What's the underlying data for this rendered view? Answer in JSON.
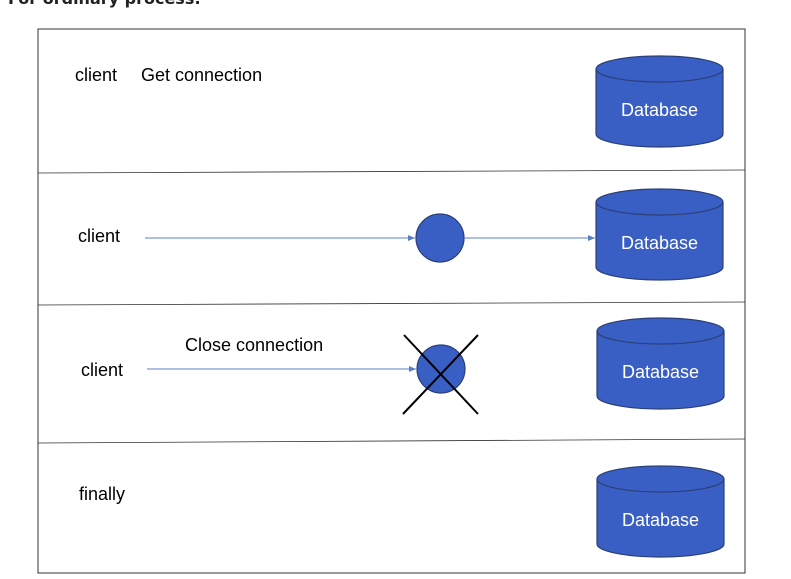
{
  "heading": "For ordinary process:",
  "colors": {
    "db_fill": "#3a5fc4",
    "db_stroke": "#2b3f78",
    "node_fill": "#3a5fc4",
    "arrow": "#5b7fc7",
    "frame": "#333333",
    "text": "#000000"
  },
  "rows": [
    {
      "label": "client",
      "action": "Get connection",
      "db_label": "Database",
      "has_node": false,
      "node_closed": false
    },
    {
      "label": "client",
      "action": "",
      "db_label": "Database",
      "has_node": true,
      "node_closed": false
    },
    {
      "label": "client",
      "action": "Close connection",
      "db_label": "Database",
      "has_node": true,
      "node_closed": true
    },
    {
      "label": "finally",
      "action": "",
      "db_label": "Database",
      "has_node": false,
      "node_closed": false
    }
  ]
}
